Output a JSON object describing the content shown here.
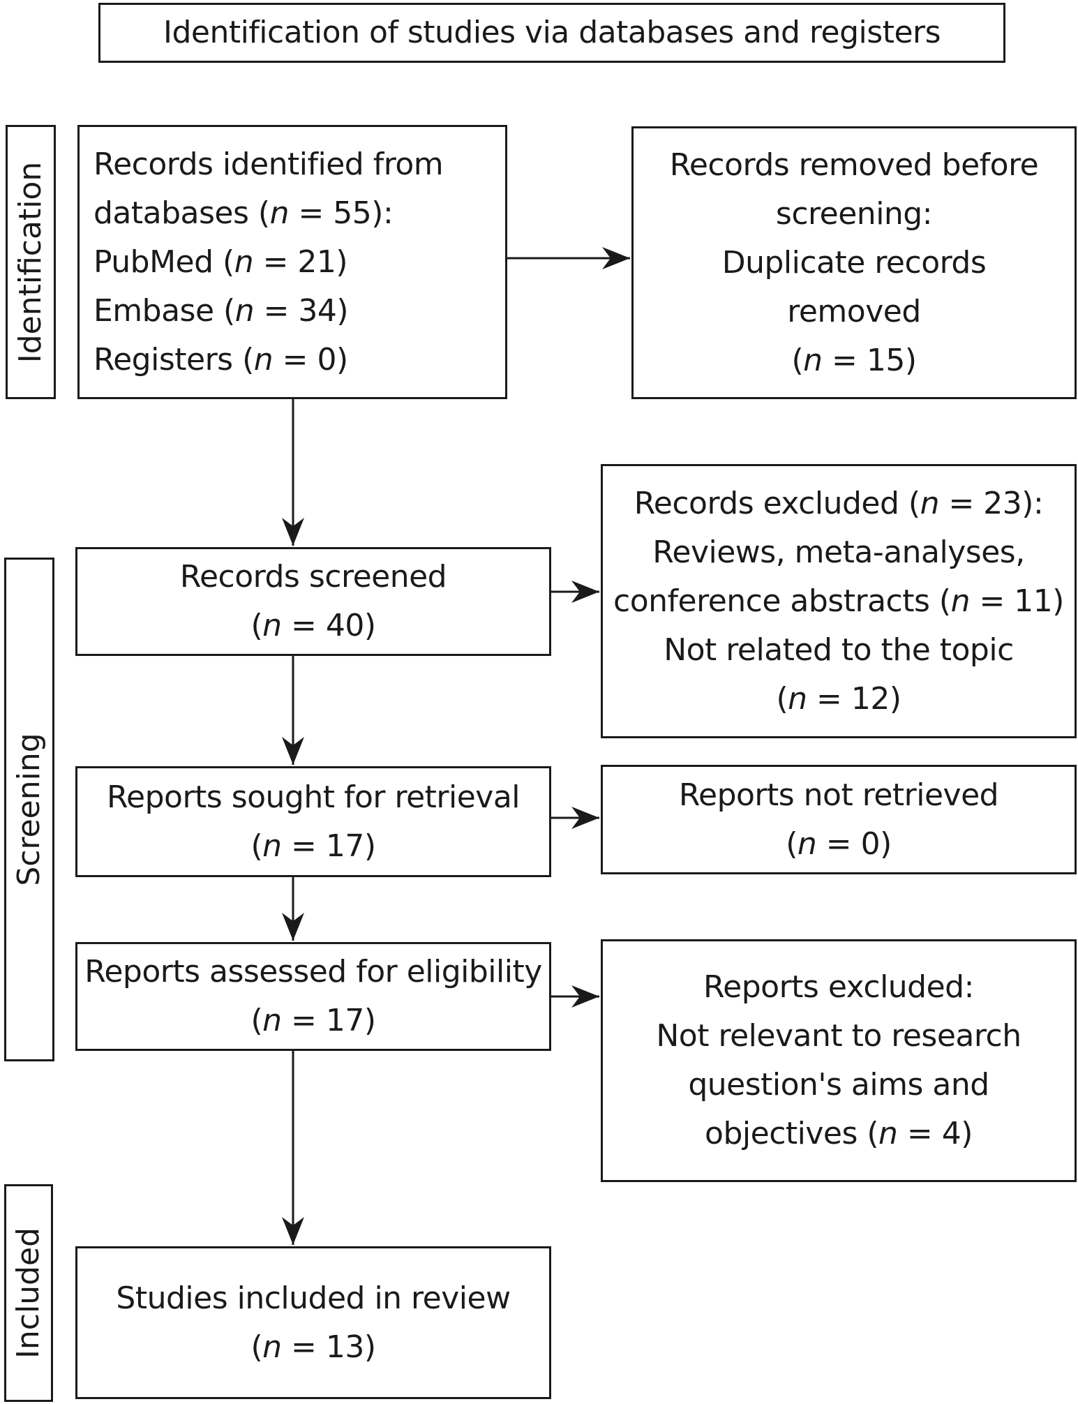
{
  "header": {
    "title": "Identification of studies via databases and registers"
  },
  "phases": {
    "identification": "Identification",
    "screening": "Screening",
    "included": "Included"
  },
  "boxes": {
    "records_identified": {
      "line1": "Records identified from",
      "line2": {
        "pre": "databases (",
        "n": "n",
        "post": " = 55):"
      },
      "line3": {
        "pre": "PubMed (",
        "n": "n",
        "post": " = 21)"
      },
      "line4": {
        "pre": "Embase (",
        "n": "n",
        "post": " = 34)"
      },
      "line5": {
        "pre": "Registers (",
        "n": "n",
        "post": " = 0)"
      }
    },
    "records_removed": {
      "line1": "Records removed before",
      "line2": "screening:",
      "line3": "Duplicate records",
      "line4": "removed",
      "line5": {
        "pre": "(",
        "n": "n",
        "post": " = 15)"
      }
    },
    "records_screened": {
      "line1": "Records screened",
      "line2": {
        "pre": "(",
        "n": "n",
        "post": " = 40)"
      }
    },
    "records_excluded": {
      "line1": {
        "pre": "Records excluded (",
        "n": "n",
        "post": " = 23):"
      },
      "line2": "Reviews, meta-analyses,",
      "line3": {
        "pre": "conference abstracts (",
        "n": "n",
        "post": " = 11)"
      },
      "line4": "Not related to the topic",
      "line5": {
        "pre": "(",
        "n": "n",
        "post": " = 12)"
      }
    },
    "reports_sought": {
      "line1": "Reports sought for retrieval",
      "line2": {
        "pre": "(",
        "n": "n",
        "post": " = 17)"
      }
    },
    "reports_not_retrieved": {
      "line1": "Reports not retrieved",
      "line2": {
        "pre": "(",
        "n": "n",
        "post": " = 0)"
      }
    },
    "reports_assessed": {
      "line1": "Reports assessed for eligibility",
      "line2": {
        "pre": "(",
        "n": "n",
        "post": " = 17)"
      }
    },
    "reports_excluded": {
      "line1": "Reports excluded:",
      "line2": "Not relevant to research",
      "line3": "question's aims and",
      "line4": {
        "pre": "objectives (",
        "n": "n",
        "post": " = 4)"
      }
    },
    "studies_included": {
      "line1": "Studies included in review",
      "line2": {
        "pre": "(",
        "n": "n",
        "post": " = 13)"
      }
    }
  }
}
